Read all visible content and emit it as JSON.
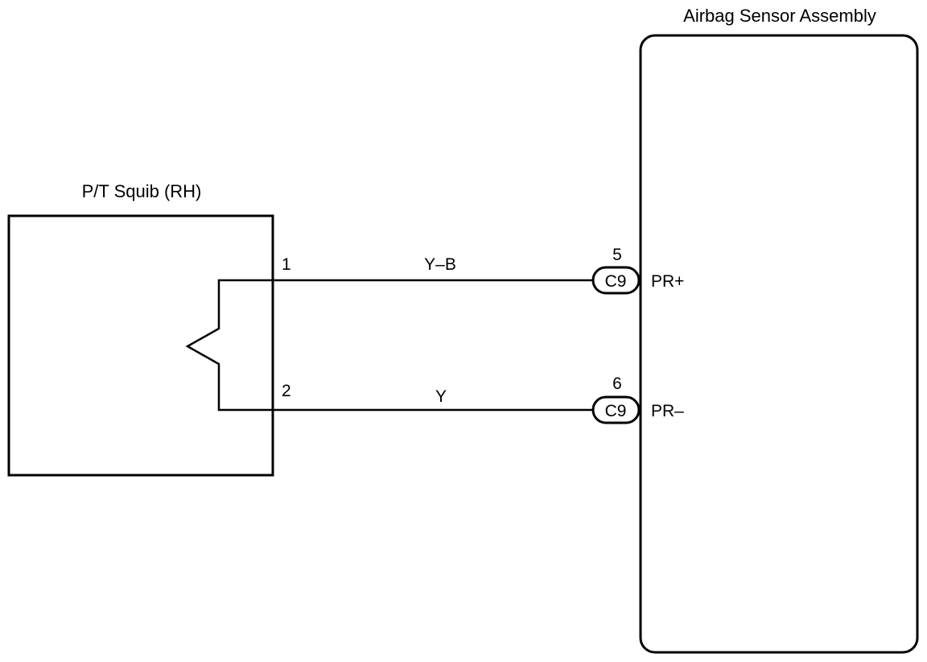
{
  "components": {
    "squib": {
      "title": "P/T Squib (RH)"
    },
    "sensor": {
      "title": "Airbag Sensor Assembly"
    }
  },
  "wires": [
    {
      "from_pin": "1",
      "color_code": "Y–B",
      "connector": "C9",
      "connector_pin": "5",
      "terminal": "PR+"
    },
    {
      "from_pin": "2",
      "color_code": "Y",
      "connector": "C9",
      "connector_pin": "6",
      "terminal": "PR–"
    }
  ]
}
